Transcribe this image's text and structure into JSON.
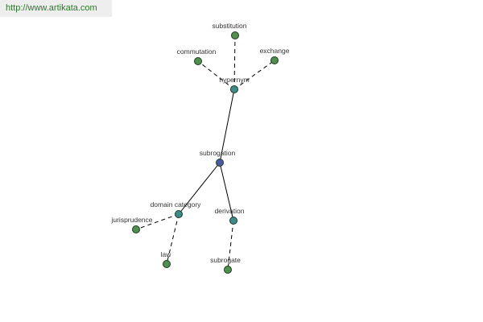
{
  "watermark": {
    "url": "http://www.artikata.com"
  },
  "colors": {
    "leaf": "#4f8f4f",
    "relation": "#3f8a8a",
    "center": "#4a5aa8"
  },
  "graph": {
    "nodes": [
      {
        "id": "substitution",
        "label": "substitution",
        "kind": "leaf"
      },
      {
        "id": "commutation",
        "label": "commutation",
        "kind": "leaf"
      },
      {
        "id": "exchange",
        "label": "exchange",
        "kind": "leaf"
      },
      {
        "id": "hypernym",
        "label": "hypernym",
        "kind": "relation"
      },
      {
        "id": "subrogation",
        "label": "subrogation",
        "kind": "center"
      },
      {
        "id": "domain-category",
        "label": "domain category",
        "kind": "relation"
      },
      {
        "id": "derivation",
        "label": "derivation",
        "kind": "relation"
      },
      {
        "id": "jurisprudence",
        "label": "jurisprudence",
        "kind": "leaf"
      },
      {
        "id": "law",
        "label": "law",
        "kind": "leaf"
      },
      {
        "id": "subrogate",
        "label": "subrogate",
        "kind": "leaf"
      }
    ],
    "edges": [
      {
        "from": "subrogation",
        "to": "hypernym",
        "style": "solid"
      },
      {
        "from": "subrogation",
        "to": "domain-category",
        "style": "solid"
      },
      {
        "from": "subrogation",
        "to": "derivation",
        "style": "solid"
      },
      {
        "from": "hypernym",
        "to": "substitution",
        "style": "dashed"
      },
      {
        "from": "hypernym",
        "to": "commutation",
        "style": "dashed"
      },
      {
        "from": "hypernym",
        "to": "exchange",
        "style": "dashed"
      },
      {
        "from": "domain-category",
        "to": "jurisprudence",
        "style": "dashed"
      },
      {
        "from": "domain-category",
        "to": "law",
        "style": "dashed"
      },
      {
        "from": "derivation",
        "to": "subrogate",
        "style": "dashed"
      }
    ]
  }
}
